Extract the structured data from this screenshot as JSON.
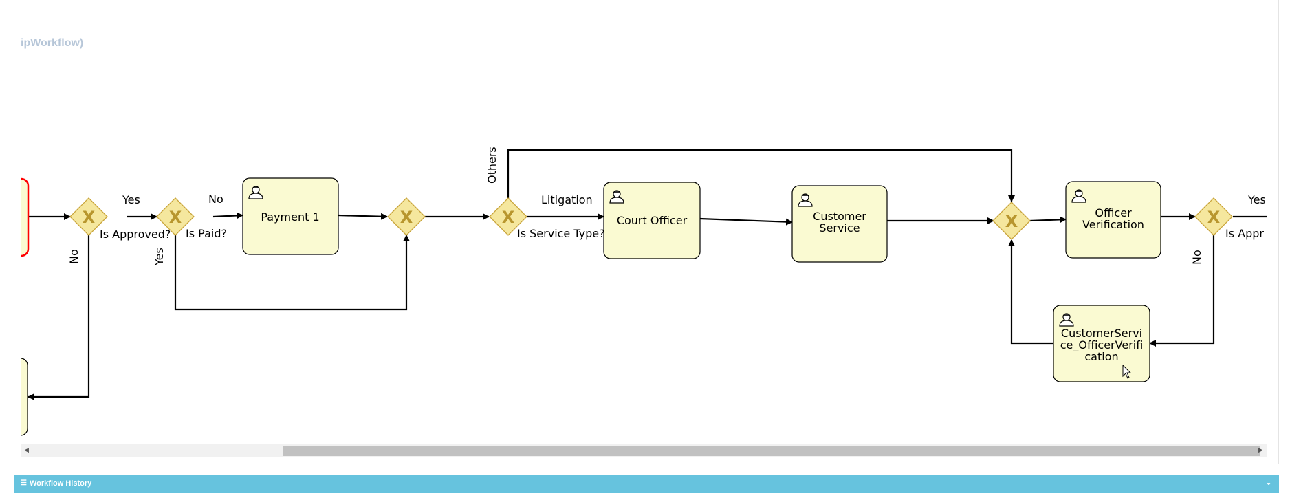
{
  "diagram": {
    "title": "ipWorkflow)",
    "tasks": {
      "payment": "Payment 1",
      "court_officer": "Court Officer",
      "customer_service": [
        "Customer",
        "Service"
      ],
      "officer_verification": [
        "Officer",
        "Verification"
      ],
      "cs_officer_verification": [
        "CustomerServi",
        "ce_OfficerVerifi",
        "cation"
      ]
    },
    "gateways": {
      "is_approved": "Is Approved?",
      "is_paid": "Is Paid?",
      "is_service_type": "Is Service Type?",
      "is_approved_right": "Is Appr"
    },
    "flow_labels": {
      "yes_1": "Yes",
      "no_1": "No",
      "no_2": "No",
      "yes_2": "Yes",
      "others": "Others",
      "litigation": "Litigation",
      "yes_3": "Yes",
      "no_3": "No"
    }
  },
  "history": {
    "icon": "list-icon",
    "title": "Workflow History",
    "chevron": "chevron-down-icon"
  },
  "colors": {
    "header_bar": "#66c3de",
    "task_fill": "#fafad2",
    "gateway_fill": "#f5e79e",
    "gateway_x": "#b8962e"
  }
}
